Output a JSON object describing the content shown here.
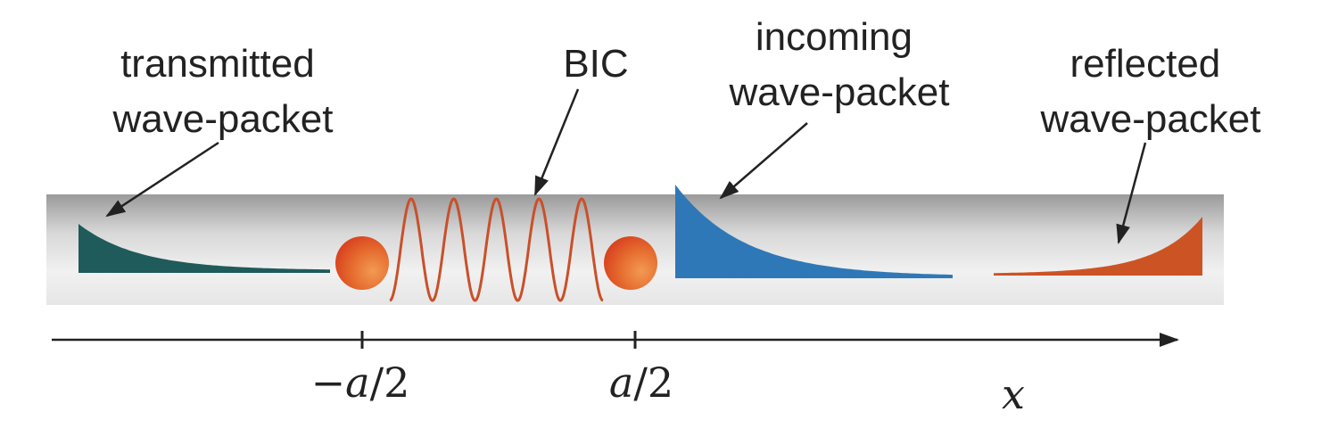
{
  "labels": {
    "transmitted": [
      "transmitted",
      "wave-packet"
    ],
    "bic": "BIC",
    "incoming": [
      "incoming",
      "wave-packet"
    ],
    "reflected": [
      "reflected",
      "wave-packet"
    ]
  },
  "axis": {
    "tick_left": {
      "sign": "−",
      "var": "a",
      "rest": "/2"
    },
    "tick_right": {
      "var": "a",
      "rest": "/2"
    },
    "variable": "x"
  },
  "colors": {
    "transmitted": "#1e5b5a",
    "incoming": "#2f78b7",
    "reflected": "#cc5424",
    "bic_wave": "#c9502a",
    "scatterer": "#e35e2a",
    "arrow": "#222222"
  }
}
